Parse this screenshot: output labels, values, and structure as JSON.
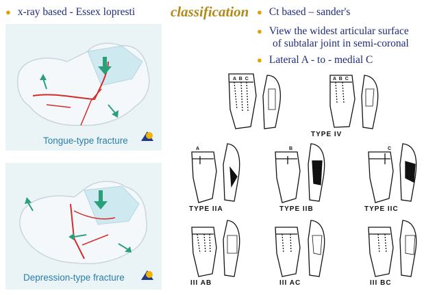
{
  "slide": {
    "title": "classification",
    "left_bullet": "x-ray based - Essex lopresti",
    "right_bullets": [
      {
        "text": "Ct based – sander's"
      },
      {
        "text": "View the widest articular surface",
        "cont": "of subtalar joint in semi-coronal"
      },
      {
        "text": "Lateral A - to -  medial C"
      }
    ],
    "bullet_color": "#e0a100",
    "text_color": "#1f2a78",
    "title_color": "#b0891a"
  },
  "figures": {
    "tongue_caption": "Tongue-type fracture",
    "depression_caption": "Depression-type fracture",
    "caption_color": "#2a7ea8",
    "fracture_color": "#d42a2a",
    "arrow_color": "#2aa07a"
  },
  "sanders": {
    "type_iv": "TYPE IV",
    "type_iia": "TYPE IIA",
    "type_iib": "TYPE IIB",
    "type_iic": "TYPE IIC",
    "iii_ab": "III  AB",
    "iii_ac": "III  AC",
    "iii_bc": "III  BC",
    "letters": {
      "a": "A",
      "b": "B",
      "c": "C",
      "abc": "A B C"
    }
  }
}
